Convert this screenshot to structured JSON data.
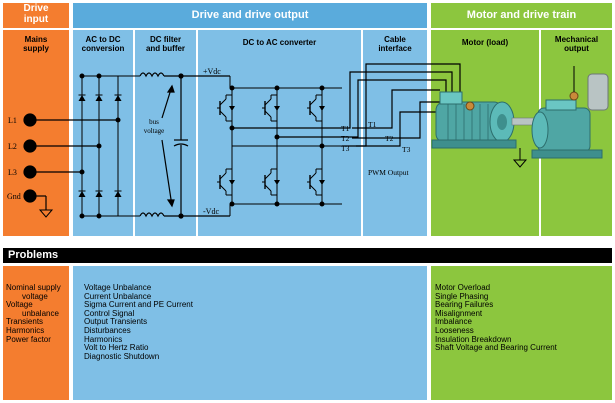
{
  "top": {
    "drive_input": {
      "line1": "Drive",
      "line2": "input"
    },
    "drive_output": "Drive and drive output",
    "motor_train": "Motor and drive train"
  },
  "sections": {
    "mains": {
      "line1": "Mains",
      "line2": "supply"
    },
    "acdc": {
      "line1": "AC to DC",
      "line2": "conversion"
    },
    "dcfilter": {
      "line1": "DC filter",
      "line2": "and buffer"
    },
    "dcac": "DC to AC converter",
    "cable": {
      "line1": "Cable",
      "line2": "interface"
    },
    "motor": "Motor (load)",
    "mech": {
      "line1": "Mechanical",
      "line2": "output"
    }
  },
  "circuit": {
    "inputs": [
      "L1",
      "L2",
      "L3",
      "Gnd"
    ],
    "bus_voltage": {
      "line1": "bus",
      "line2": "voltage"
    },
    "plus_vdc": "+Vdc",
    "minus_vdc": "-Vdc",
    "outputs": [
      "T1",
      "T2",
      "T3"
    ],
    "pwm": "PWM Output"
  },
  "problems": {
    "title": "Problems",
    "input": [
      "Nominal supply",
      "voltage",
      "Voltage",
      "unbalance",
      "Transients",
      "Harmonics",
      "Power factor"
    ],
    "drive": [
      "Voltage Unbalance",
      "Current Unbalance",
      "Sigma Current and PE Current",
      "Control Signal",
      "Output Transients",
      "Disturbances",
      "Harmonics",
      "Volt to Hertz Ratio",
      "Diagnostic Shutdown"
    ],
    "motor": [
      "Motor Overload",
      "Single Phasing",
      "Bearing Failures",
      "Misalignment",
      "Imbalance",
      "Looseness",
      "Insulation Breakdown",
      "Shaft Voltage and Bearing Current"
    ]
  },
  "colors": {
    "orange": "#f47d2f",
    "blue": "#7fbfe6",
    "blue_header": "#5aabdc",
    "green": "#8cc63e",
    "black": "#000000",
    "motor": "#4fa6a4"
  }
}
